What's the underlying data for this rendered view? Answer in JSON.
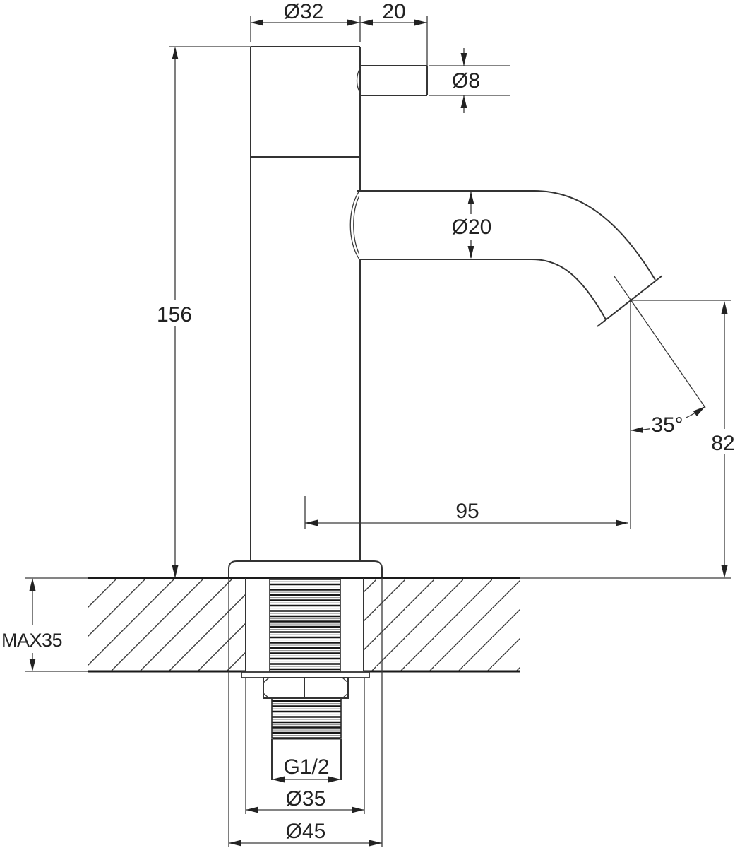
{
  "drawing": {
    "type": "faucet technical drawing",
    "dimensions": {
      "top_diameter": "Ø32",
      "handle_length": "20",
      "handle_diameter": "Ø8",
      "spout_diameter": "Ø20",
      "total_height": "156",
      "spout_angle": "35°",
      "outlet_height": "82",
      "spout_reach": "95",
      "max_mounting_thickness": "MAX35",
      "thread_size": "G1/2",
      "hole_diameter": "Ø35",
      "base_diameter": "Ø45"
    },
    "colors": {
      "line": "#333333",
      "heavy_line": "#1a1a1a",
      "text": "#222222",
      "background": "#ffffff"
    }
  }
}
